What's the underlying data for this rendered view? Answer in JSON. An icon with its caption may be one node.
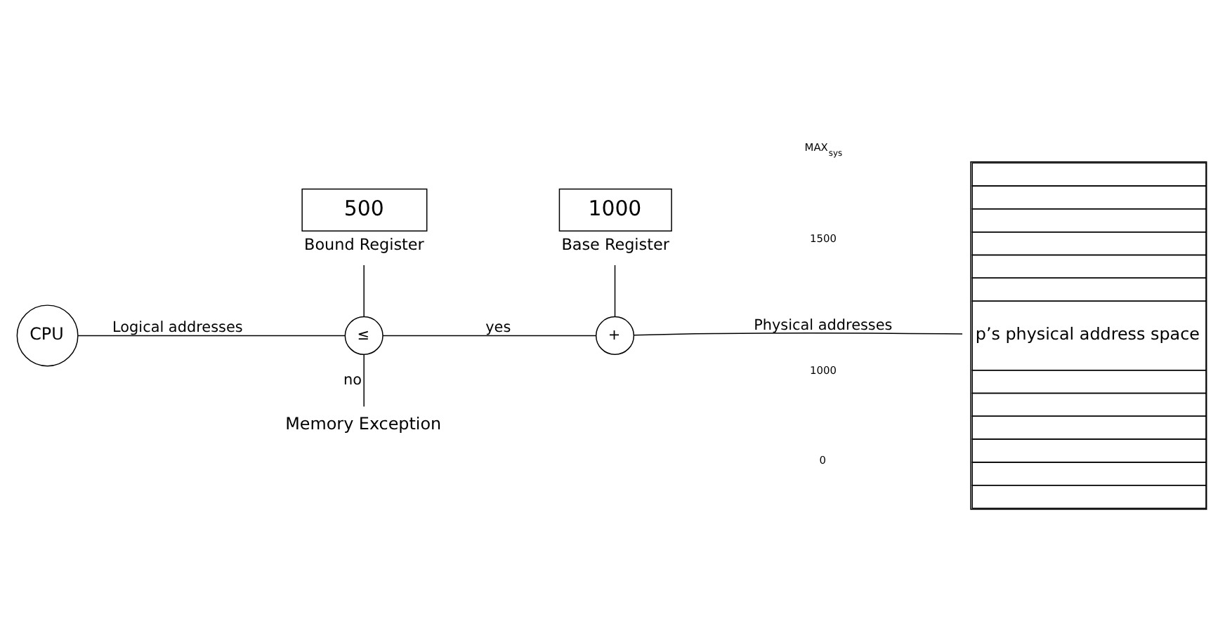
{
  "diagram": {
    "nodes": [
      {
        "text": [
          "Memory Exception"
        ]
      },
      {
        "text": [
          "CPU"
        ]
      },
      {
        "text": [
          "≤"
        ]
      },
      {
        "text": [
          "+"
        ]
      },
      {
        "text": [
          "p’s physical address space"
        ]
      },
      {
        "text": [
          "500"
        ],
        "beside": [
          "Bound Register"
        ]
      },
      {
        "text": [
          "1000"
        ],
        "beside": [
          "Base Register"
        ]
      }
    ],
    "edges": [
      {
        "from": 1,
        "to": 2,
        "arrow": "none",
        "label": "Logical addresses"
      },
      {
        "from": 2,
        "to": 0,
        "arrow": "none",
        "label": "no"
      },
      {
        "from": 2,
        "to": 3,
        "arrow": "none",
        "label": "yes"
      },
      {
        "from": 5,
        "to": 2,
        "arrow": "none"
      },
      {
        "from": 3,
        "to": 4,
        "arrow": "none",
        "label": "Physical addresses"
      },
      {
        "from": 6,
        "to": 3,
        "arrow": "none"
      }
    ],
    "labels": [
      "MAX$_{sys}$",
      "1500",
      "1000",
      "0"
    ]
  }
}
